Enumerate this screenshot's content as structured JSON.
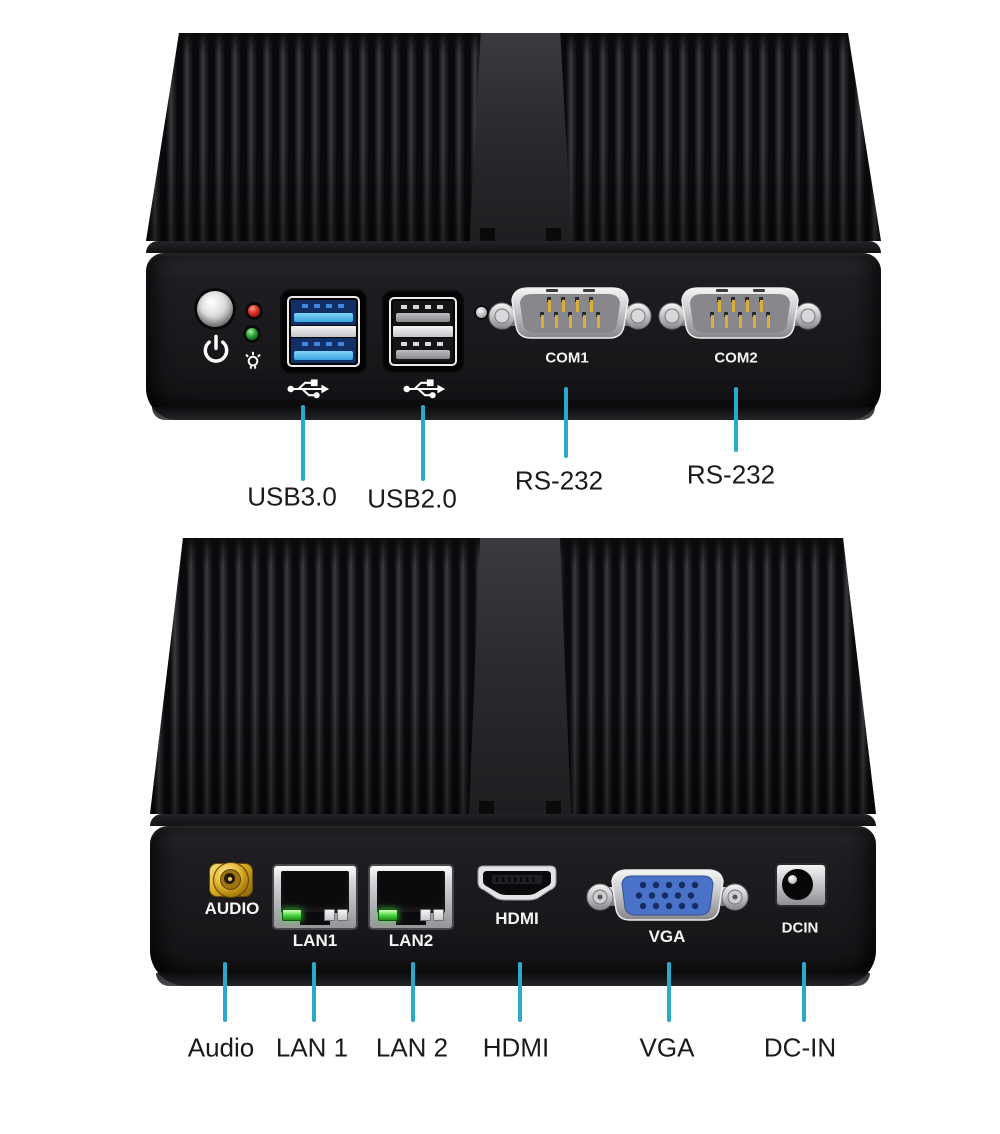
{
  "scene": {
    "background_color": "#ffffff",
    "accent_line_color": "#2BA9C8",
    "case_color": "#17171a"
  },
  "colors": {
    "callout_text": "#1a1a1a",
    "usb3_port_blue": "#123066",
    "usb3_tongue": "#54b9ef",
    "vga_face_blue": "#4a72c8",
    "audio_gold": "#dca923",
    "led_red": "#d92c22",
    "led_green": "#1f9a2c",
    "lan_led_green": "#49d33d"
  },
  "icons": {
    "power": "power-icon",
    "drive_activity": "hdd-led-icon",
    "usb3": "usb-icon",
    "usb2": "usb-icon"
  },
  "front_view": {
    "panel_labels": {
      "com1": "COM1",
      "com2": "COM2"
    },
    "callouts": [
      {
        "label": "USB3.0"
      },
      {
        "label": "USB2.0"
      },
      {
        "label": "RS-232"
      },
      {
        "label": "RS-232"
      }
    ]
  },
  "rear_view": {
    "panel_labels": {
      "audio": "AUDIO",
      "lan1": "LAN1",
      "lan2": "LAN2",
      "hdmi": "HDMI",
      "vga": "VGA",
      "dcin": "DCIN"
    },
    "callouts": [
      {
        "label": "Audio"
      },
      {
        "label": "LAN 1"
      },
      {
        "label": "LAN 2"
      },
      {
        "label": "HDMI"
      },
      {
        "label": "VGA"
      },
      {
        "label": "DC-IN"
      }
    ]
  }
}
